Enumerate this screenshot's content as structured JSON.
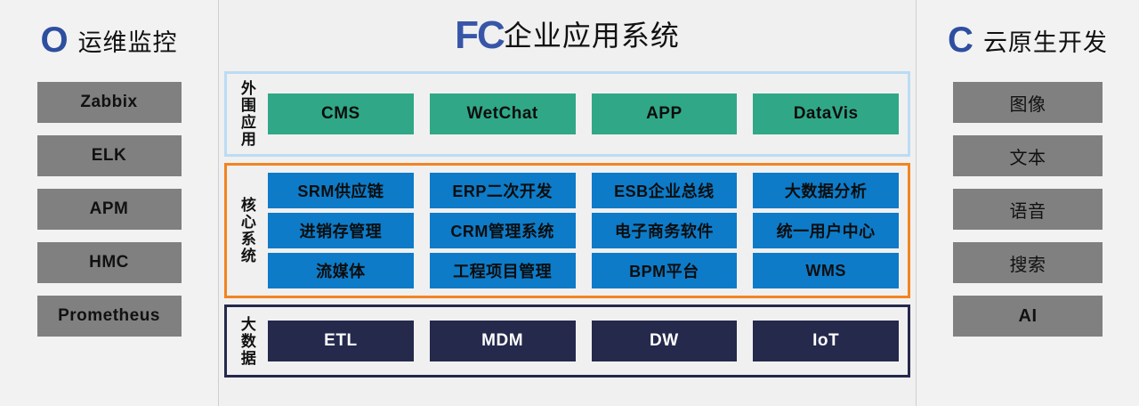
{
  "left_panel": {
    "logo": "O",
    "logo_color": "#2e4fa0",
    "title": "运维监控",
    "items": [
      {
        "label": "Zabbix"
      },
      {
        "label": "ELK"
      },
      {
        "label": "APM"
      },
      {
        "label": "HMC"
      },
      {
        "label": "Prometheus"
      }
    ]
  },
  "center_panel": {
    "logo": "FC",
    "logo_color": "#3856a8",
    "title": "企业应用系统",
    "sections": [
      {
        "key": "peripheral",
        "label": "外围应用",
        "border_color": "#bcdcf3",
        "box_color": "#30a888",
        "items": [
          "CMS",
          "WetChat",
          "APP",
          "DataVis"
        ]
      },
      {
        "key": "core",
        "label": "核心系统",
        "border_color": "#f28421",
        "box_color": "#0d7bc8",
        "items": [
          "SRM供应链",
          "ERP二次开发",
          "ESB企业总线",
          "大数据分析",
          "进销存管理",
          "CRM管理系统",
          "电子商务软件",
          "统一用户中心",
          "流媒体",
          "工程项目管理",
          "BPM平台",
          "WMS"
        ]
      },
      {
        "key": "bigdata",
        "label": "大数据",
        "border_color": "#25294c",
        "box_color": "#25294c",
        "items": [
          "ETL",
          "MDM",
          "DW",
          "IoT"
        ]
      }
    ]
  },
  "right_panel": {
    "logo": "C",
    "logo_color": "#2e4fa0",
    "title": "云原生开发",
    "items": [
      {
        "label": "图像",
        "bold": false
      },
      {
        "label": "文本",
        "bold": false
      },
      {
        "label": "语音",
        "bold": false
      },
      {
        "label": "搜索",
        "bold": false
      },
      {
        "label": "AI",
        "bold": true
      }
    ]
  }
}
